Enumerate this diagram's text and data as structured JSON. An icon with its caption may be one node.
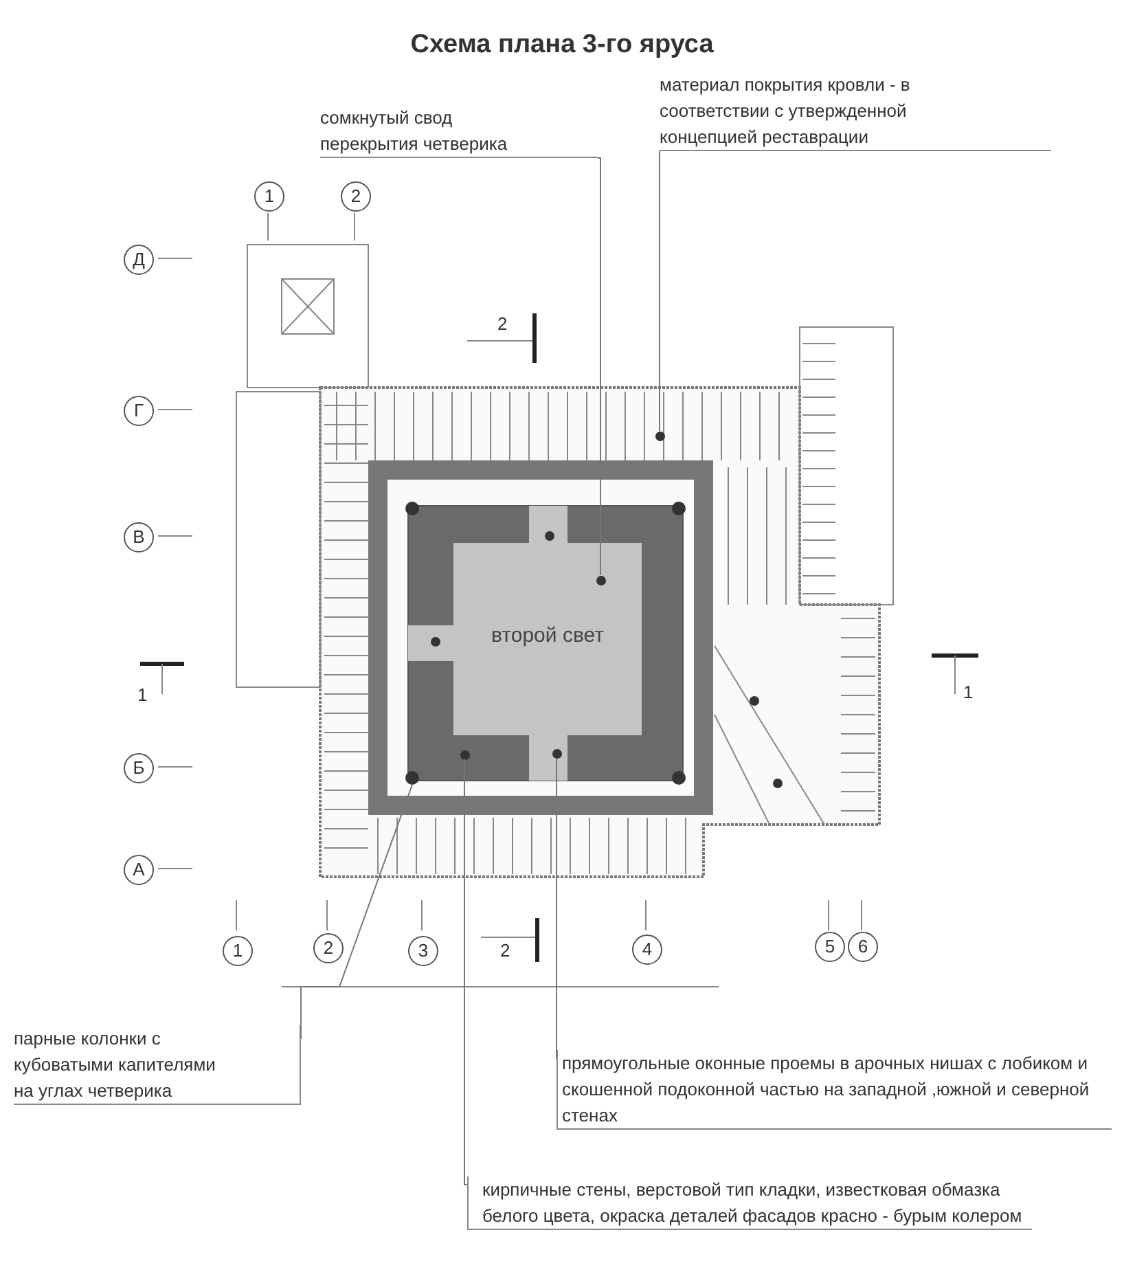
{
  "diagram": {
    "title": "Схема плана 3-го яруса",
    "nodes": [
      {
        "text": [
          "сомкнутый свод перекрытия четверика"
        ]
      },
      {
        "text": [
          "материал покрытия кровли - в соответствии с утвержденной концепцией реставрации"
        ]
      },
      {
        "text": [
          "второй свет"
        ]
      },
      {
        "text": [
          "парные колонки с кубоватыми капителями на углах четверика"
        ]
      },
      {
        "text": [
          "прямоугольные оконные проемы в арочных нишах с лобиком и скошенной подоконной частью на западной ,южной и северной стенах"
        ]
      },
      {
        "text": [
          "кирпичные стены, верстовой тип кладки, известковая обмазка белого цвета, окраска деталей фасадов красно - бурым колером"
        ]
      },
      {
        "text": [],
        "shape": "circle"
      },
      {
        "text": [],
        "shape": "circle",
        "in": 2
      },
      {
        "text": [],
        "shape": "circle"
      },
      {
        "text": [],
        "shape": "circle"
      },
      {
        "text": [],
        "shape": "circle"
      }
    ],
    "edges": [
      {
        "from": 0,
        "to": 7,
        "arrow": "none"
      },
      {
        "from": 1,
        "to": 6,
        "arrow": "none"
      },
      {
        "from": 3,
        "to": 8,
        "arrow": "none"
      },
      {
        "from": 4,
        "to": 9,
        "arrow": "none"
      },
      {
        "from": 5,
        "to": 10,
        "arrow": "none"
      }
    ],
    "labels": [
      "1",
      "2",
      "Д",
      "2",
      "Г",
      "В",
      "1",
      "1",
      "Б",
      "А",
      "1",
      "2",
      "3",
      "2",
      "4",
      "5",
      "6"
    ]
  }
}
